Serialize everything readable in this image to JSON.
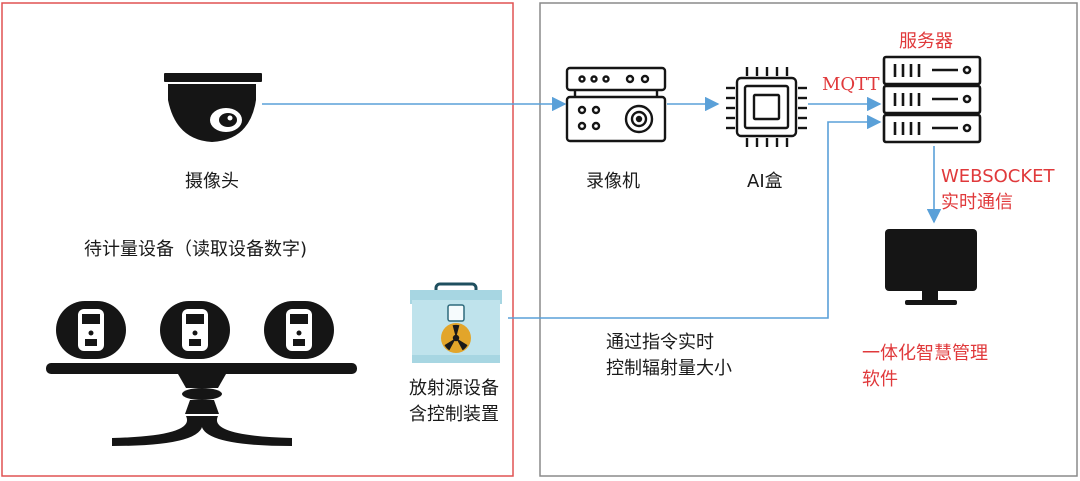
{
  "colors": {
    "left_frame": "#e05252",
    "right_frame": "#8a8a8a",
    "arrow": "#5aa0d8",
    "label_red": "#e0393b",
    "icon_dark": "#151515",
    "cabinet": "#bfe3ec"
  },
  "left_panel": {
    "camera_label": "摄像头",
    "devices_label": "待计量设备（读取设备数字)",
    "source_label_line1": "放射源设备",
    "source_label_line2": "含控制装置"
  },
  "right_panel": {
    "recorder_label": "录像机",
    "aibox_label": "AI盒",
    "server_label": "服务器",
    "mqtt_label": "MQTT",
    "websocket_label_line1": "WEBSOCKET",
    "websocket_label_line2": "实时通信",
    "control_label_line1": "通过指令实时",
    "control_label_line2": "控制辐射量大小",
    "software_label_line1": "一体化智慧管理",
    "software_label_line2": "软件"
  },
  "icons": {
    "camera": "dome-camera-icon",
    "recorder": "video-recorder-icon",
    "aibox": "ai-chip-icon",
    "server": "server-rack-icon",
    "monitor": "monitor-icon",
    "meter": "dosimeter-icon",
    "source": "radiation-source-icon",
    "stand": "balance-stand-icon"
  }
}
